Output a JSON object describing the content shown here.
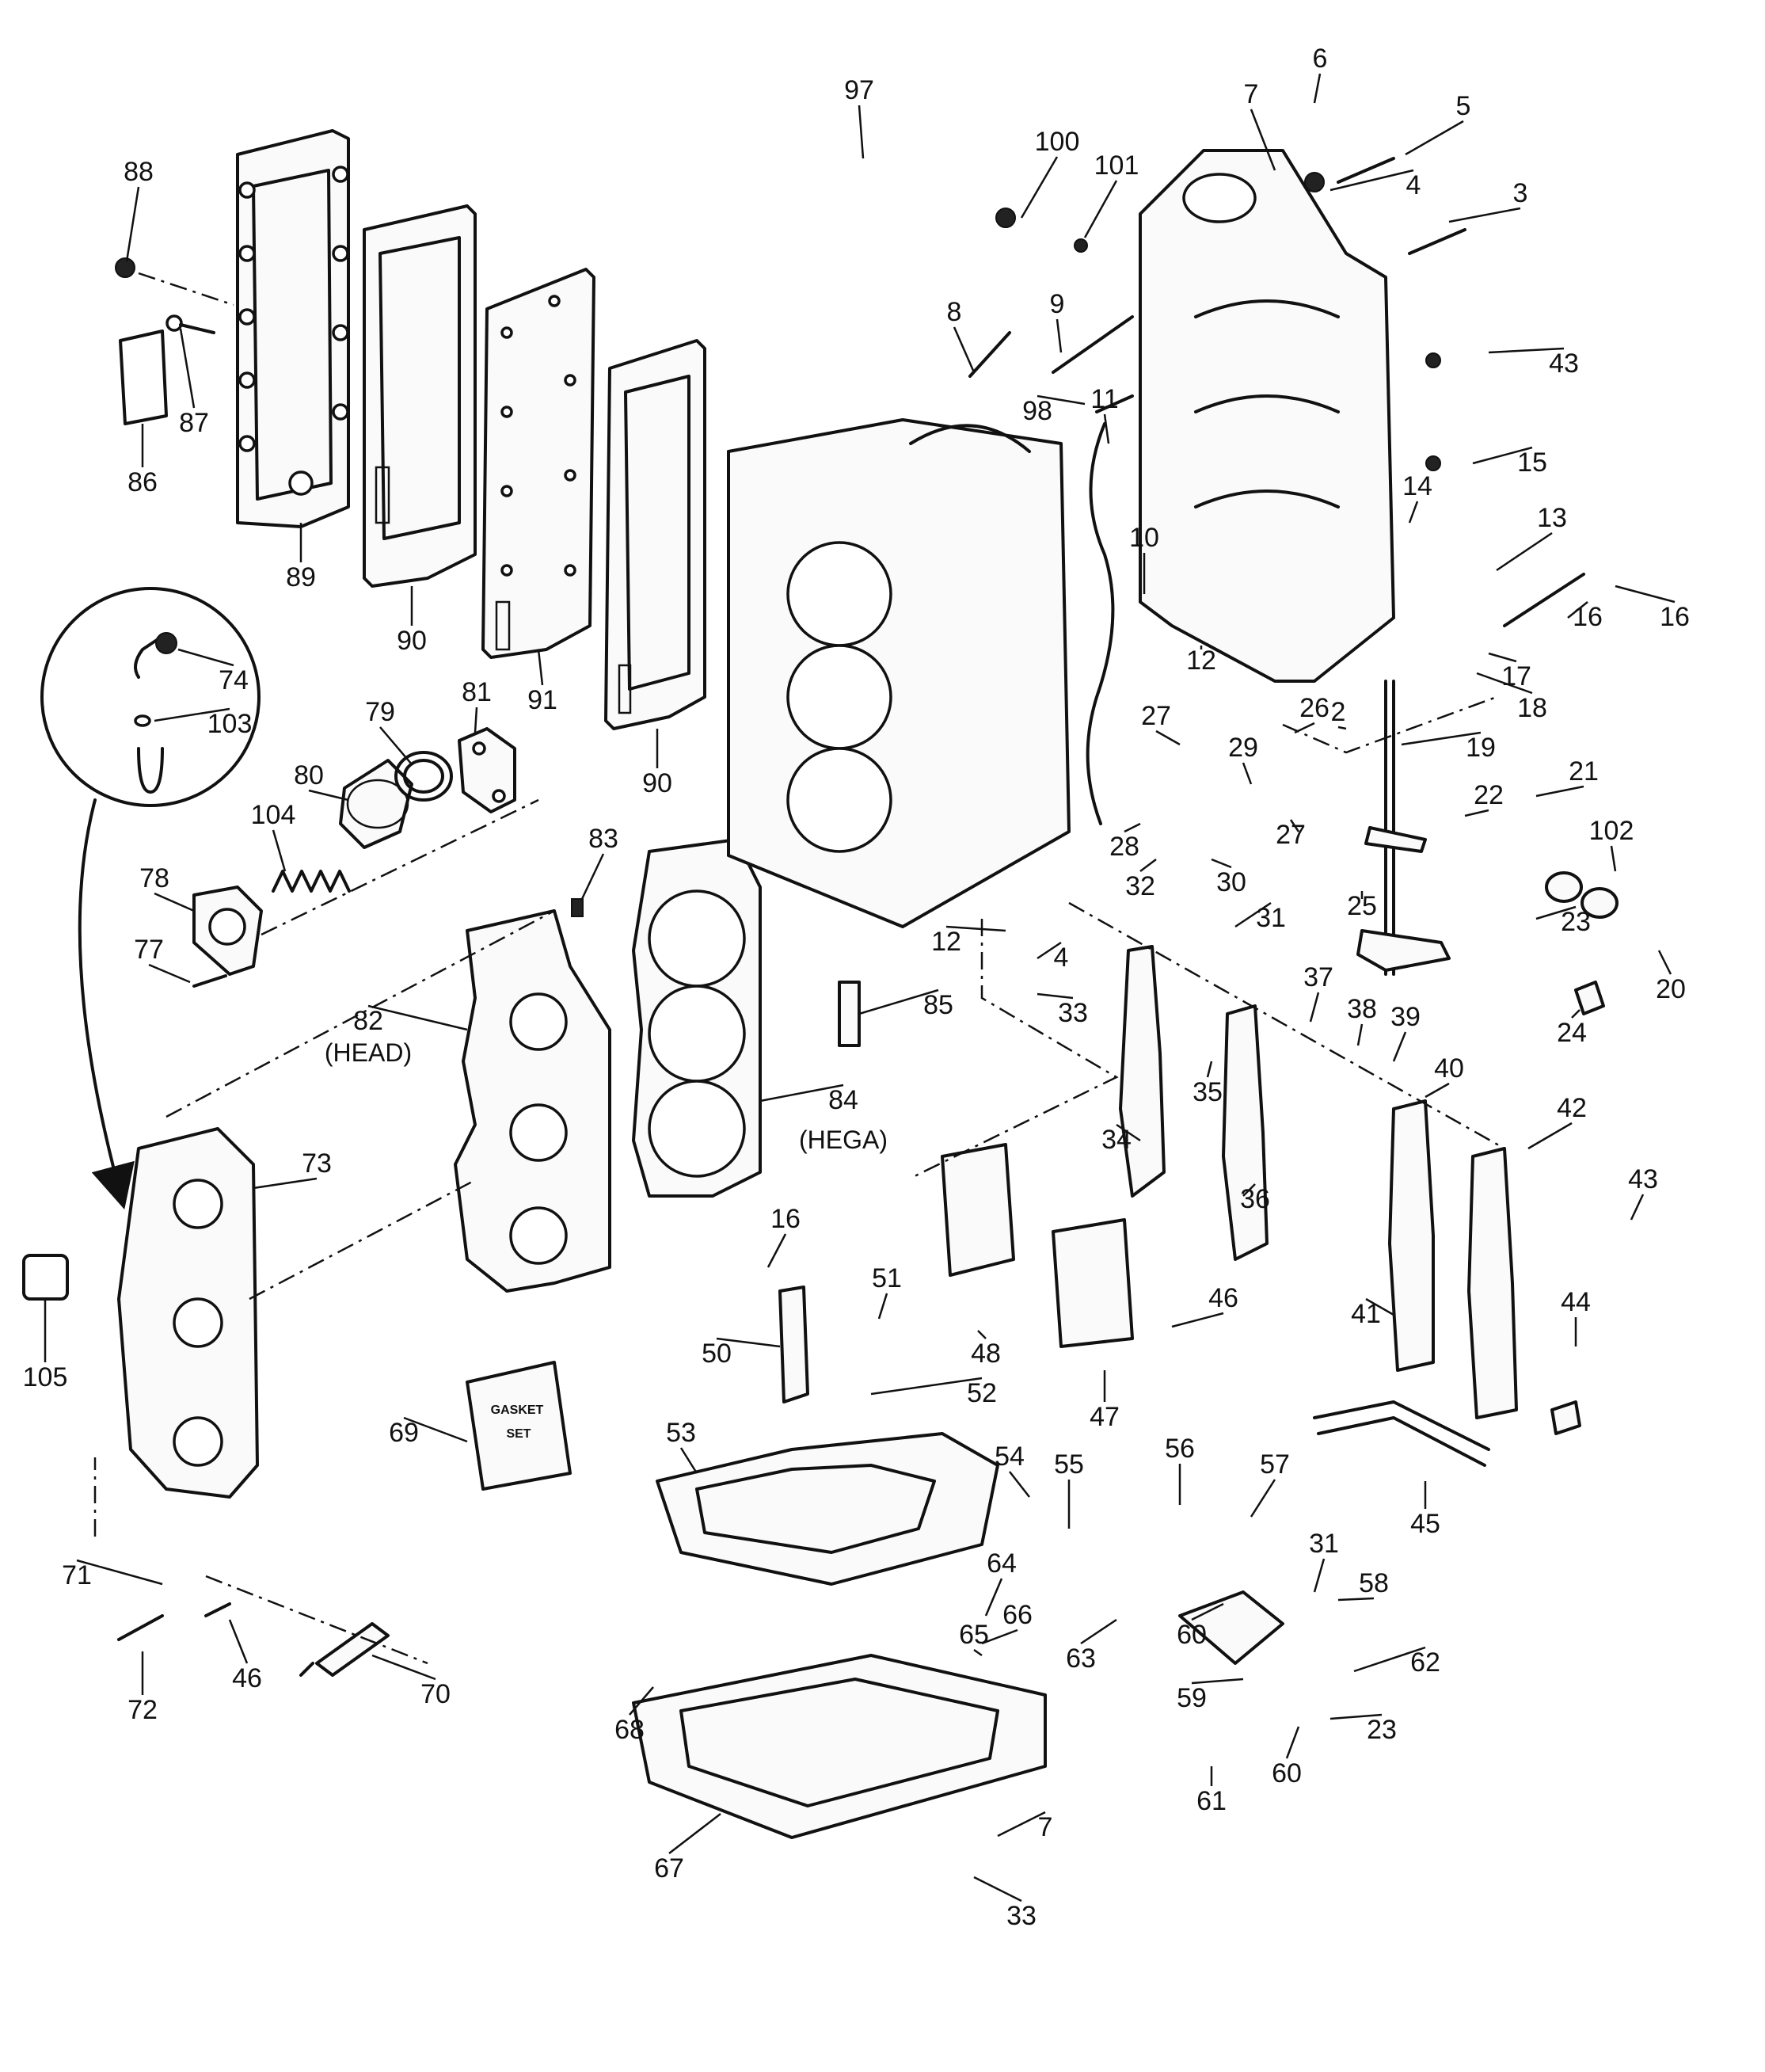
{
  "callouts": [
    "88",
    "87",
    "86",
    "89",
    "90",
    "91",
    "90",
    "74",
    "103",
    "79",
    "81",
    "80",
    "104",
    "78",
    "77",
    "83",
    "82",
    "84",
    "85",
    "73",
    "105",
    "69",
    "71",
    "72",
    "46",
    "70",
    "97",
    "100",
    "101",
    "7",
    "6",
    "5",
    "4",
    "3",
    "8",
    "9",
    "98",
    "11",
    "43",
    "15",
    "14",
    "10",
    "13",
    "16",
    "17",
    "16",
    "18",
    "12",
    "26",
    "2",
    "19",
    "27",
    "29",
    "28",
    "21",
    "22",
    "27",
    "30",
    "32",
    "31",
    "25",
    "23",
    "102",
    "20",
    "24",
    "12",
    "4",
    "33",
    "37",
    "38",
    "39",
    "40",
    "35",
    "34",
    "36",
    "42",
    "43",
    "41",
    "44",
    "45",
    "16",
    "51",
    "50",
    "52",
    "48",
    "46",
    "47",
    "53",
    "54",
    "55",
    "56",
    "57",
    "31",
    "58",
    "64",
    "66",
    "65",
    "63",
    "60",
    "62",
    "23",
    "59",
    "60",
    "61",
    "68",
    "67",
    "7",
    "33"
  ],
  "tags": {
    "head": "(HEAD)",
    "hega": "(HEGA)"
  },
  "box_label": {
    "line1": "GASKET",
    "line2": "SET"
  }
}
